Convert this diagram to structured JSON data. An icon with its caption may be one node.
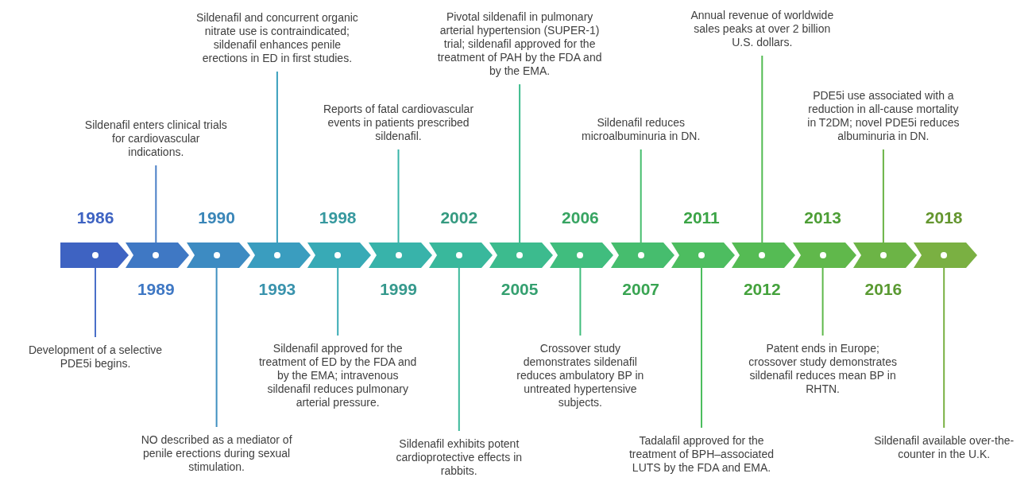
{
  "diagram": {
    "nodes": [
      {
        "text": [],
        "shape": "chevron",
        "beside": [
          "1986"
        ]
      },
      {
        "text": [
          "Development of a selective PDE5i begins."
        ]
      },
      {
        "text": [],
        "shape": "chevron",
        "beside": [
          "1989"
        ]
      },
      {
        "text": [
          "Sildenafil enters clinical trials for cardiovascular indications."
        ]
      },
      {
        "text": [],
        "shape": "chevron",
        "beside": [
          "1990"
        ]
      },
      {
        "text": [
          "NO described as a mediator of penile erections during sexual stimulation."
        ]
      },
      {
        "text": [],
        "shape": "chevron",
        "beside": [
          "1993"
        ]
      },
      {
        "text": [
          "Sildenafil and concurrent organic nitrate use is contraindicated; sildenafil enhances penile erections in ED in first studies."
        ]
      },
      {
        "text": [],
        "shape": "chevron",
        "beside": [
          "1998"
        ]
      },
      {
        "text": [
          "Sildenafil approved for the treatment of ED by the FDA and by the EMA; intravenous sildenafil reduces pulmonary arterial pressure."
        ]
      },
      {
        "text": [],
        "shape": "chevron",
        "beside": [
          "1999"
        ]
      },
      {
        "text": [
          "Reports of fatal cardiovascular events in patients prescribed sildenafil."
        ]
      },
      {
        "text": [],
        "shape": "chevron",
        "beside": [
          "2002"
        ]
      },
      {
        "text": [
          "Sildenafil exhibits potent cardioprotective effects in rabbits."
        ]
      },
      {
        "text": [],
        "shape": "chevron",
        "beside": [
          "2005"
        ]
      },
      {
        "text": [
          "Pivotal sildenafil in pulmonary arterial hypertension (SUPER-1) trial; sildenafil approved for the treatment of PAH by the FDA and by the EMA."
        ]
      },
      {
        "text": [],
        "shape": "chevron",
        "beside": [
          "2006"
        ]
      },
      {
        "text": [
          "Crossover study demonstrates sildenafil reduces ambulatory BP in untreated hypertensive subjects."
        ]
      },
      {
        "text": [],
        "shape": "chevron",
        "beside": [
          "2007"
        ]
      },
      {
        "text": [
          "Sildenafil reduces microalbuminuria in DN."
        ]
      },
      {
        "text": [],
        "shape": "chevron",
        "beside": [
          "2011"
        ]
      },
      {
        "text": [
          "Tadalafil approved for the treatment of BPH–associated LUTS by the FDA and EMA."
        ]
      },
      {
        "text": [],
        "shape": "chevron",
        "beside": [
          "2012"
        ]
      },
      {
        "text": [
          "Annual revenue of worldwide sales peaks at over 2 billion U.S. dollars."
        ]
      },
      {
        "text": [],
        "shape": "chevron",
        "beside": [
          "2013"
        ]
      },
      {
        "text": [
          "Patent ends in Europe; crossover study demonstrates sildenafil reduces mean BP in RHTN."
        ]
      },
      {
        "text": [],
        "shape": "chevron",
        "beside": [
          "2016"
        ]
      },
      {
        "text": [
          "PDE5i use associated with a reduction in all-cause mortality in T2DM; novel PDE5i reduces albuminuria in DN."
        ]
      },
      {
        "text": [],
        "shape": "chevron",
        "beside": [
          "2018"
        ]
      },
      {
        "text": [
          "Sildenafil available over-the-counter in the U.K."
        ]
      }
    ],
    "edges": [
      {
        "from": 1,
        "to": 0,
        "arrow": "none",
        "color": "#4a6fc8"
      },
      {
        "from": 3,
        "to": 2,
        "arrow": "none",
        "color": "#4a7fc6"
      },
      {
        "from": 5,
        "to": 4,
        "arrow": "none",
        "color": "#3f8fc0"
      },
      {
        "from": 7,
        "to": 6,
        "arrow": "none",
        "color": "#3aa0bd"
      },
      {
        "from": 9,
        "to": 8,
        "arrow": "none",
        "color": "#38abb4"
      },
      {
        "from": 11,
        "to": 10,
        "arrow": "none",
        "color": "#38b4a8"
      },
      {
        "from": 13,
        "to": 12,
        "arrow": "none",
        "color": "#3ab89a"
      },
      {
        "from": 15,
        "to": 14,
        "arrow": "none",
        "color": "#3dbb8c"
      },
      {
        "from": 17,
        "to": 16,
        "arrow": "none",
        "color": "#40bd7c"
      },
      {
        "from": 19,
        "to": 18,
        "arrow": "none",
        "color": "#45bd6c"
      },
      {
        "from": 21,
        "to": 20,
        "arrow": "none",
        "color": "#4cbd5e"
      },
      {
        "from": 23,
        "to": 22,
        "arrow": "none",
        "color": "#53bb52"
      },
      {
        "from": 25,
        "to": 24,
        "arrow": "none",
        "color": "#5eb84a"
      },
      {
        "from": 27,
        "to": 26,
        "arrow": "none",
        "color": "#6ab446"
      },
      {
        "from": 29,
        "to": 28,
        "arrow": "none",
        "color": "#78b042"
      }
    ]
  }
}
